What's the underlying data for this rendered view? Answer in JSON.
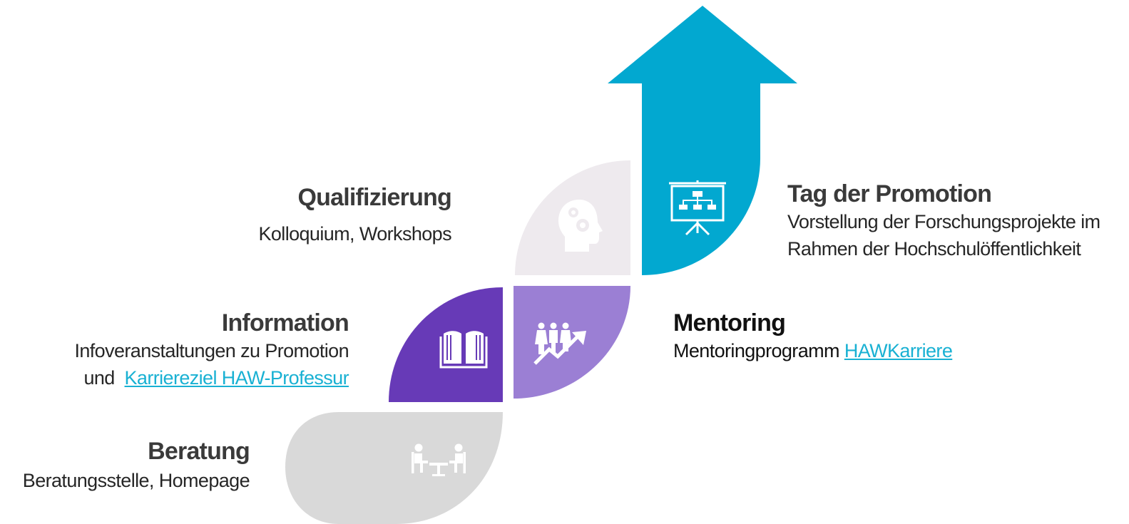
{
  "steps": {
    "beratung": {
      "title": "Beratung",
      "desc": "Beratungsstelle, Homepage",
      "color": "#d9d9d9",
      "icon": "meeting-icon"
    },
    "information": {
      "title": "Information",
      "desc_line1": "Infoveranstaltungen zu Promotion",
      "desc_line2_prefix": "und",
      "desc_line2_link": "Karriereziel HAW-Professur",
      "color": "#673ab7",
      "icon": "book-icon"
    },
    "mentoring": {
      "title": "Mentoring",
      "desc_prefix": "Mentoringprogramm",
      "desc_link": "HAWKarriere",
      "color": "#9b7fd4",
      "icon": "team-growth-icon"
    },
    "qualifizierung": {
      "title": "Qualifizierung",
      "desc": "Kolloquium, Workshops",
      "color": "#eeeaee",
      "icon": "head-gears-icon"
    },
    "tag_der_promotion": {
      "title": "Tag der Promotion",
      "desc_line1": "Vorstellung der Forschungsprojekte im",
      "desc_line2": "Rahmen der Hochschulöffentlichkeit",
      "color": "#02a8d0",
      "icon": "presentation-board-icon"
    }
  },
  "link_color": "#19b1d3"
}
